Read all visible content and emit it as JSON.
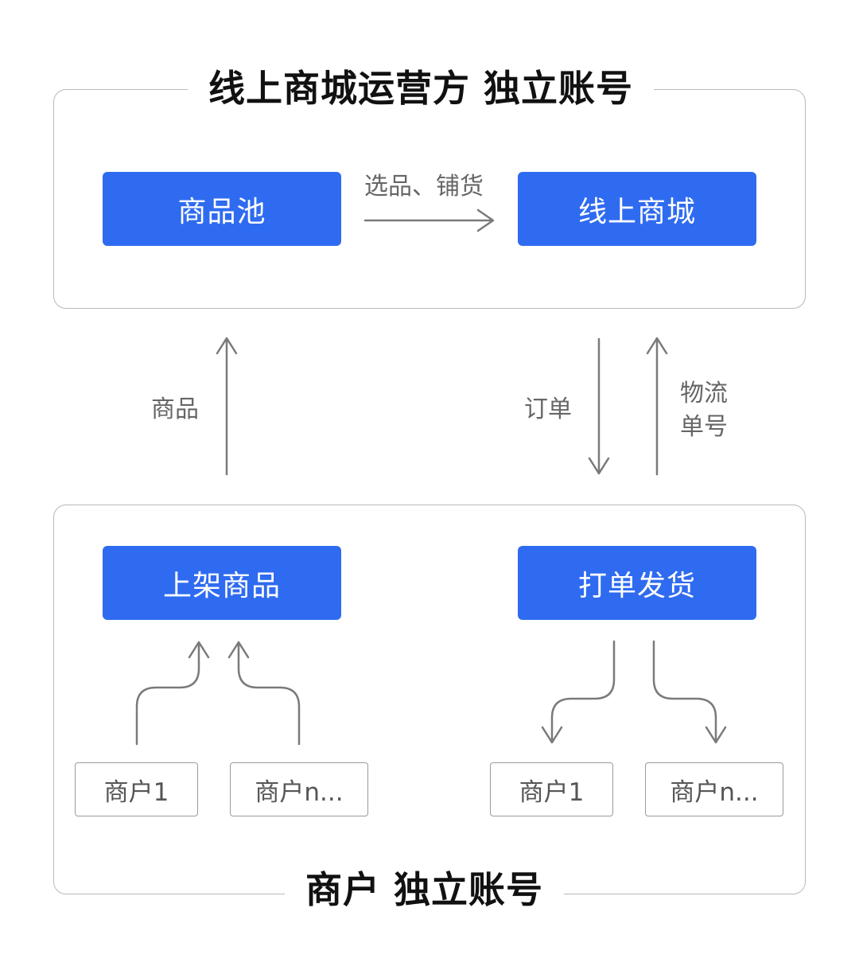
{
  "top_group": {
    "title": "线上商城运营方  独立账号",
    "pool_label": "商品池",
    "mall_label": "线上商城",
    "pool_to_mall_label": "选品、铺货"
  },
  "bottom_group": {
    "title": "商户  独立账号",
    "list_label": "上架商品",
    "ship_label": "打单发货",
    "merchants_left": [
      "商户1",
      "商户n..."
    ],
    "merchants_right": [
      "商户1",
      "商户n..."
    ]
  },
  "flows": {
    "goods_label": "商品",
    "order_label": "订单",
    "logistics_label_line1": "物流",
    "logistics_label_line2": "单号"
  },
  "colors": {
    "box_fill": "#2f6bf0",
    "arrow": "#7a7a7a",
    "frame_border": "#b9b9b9"
  }
}
